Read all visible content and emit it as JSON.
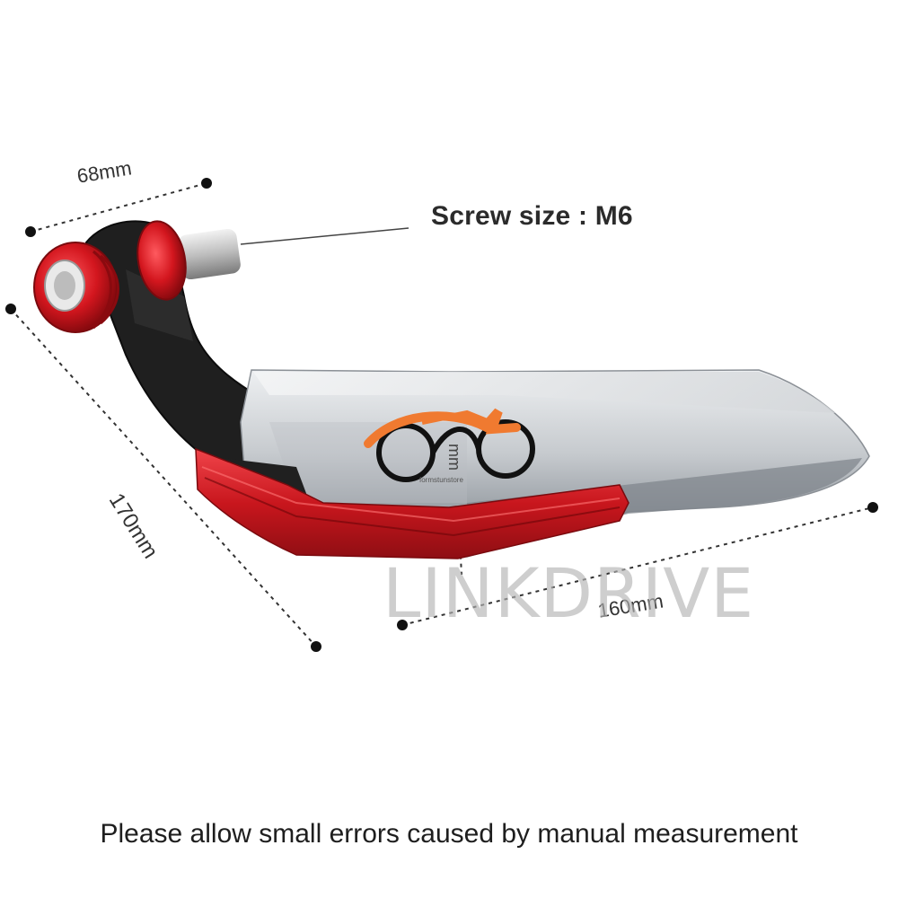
{
  "labels": {
    "screw_size": "Screw size : M6",
    "width_dim": "68mm",
    "length_dim": "170mm",
    "span_dim": "160mm",
    "vertical_dim": "mm"
  },
  "watermark": "LINKDRIVE",
  "logo": {
    "caption": "formstunstore",
    "icon": "motorcycle-logo-icon"
  },
  "footer": {
    "note": "Please allow small errors caused by manual measurement"
  },
  "colors": {
    "accent_red": "#d8232a",
    "silver": "#c9cdd2",
    "black_frame": "#1c1c1c",
    "logo_orange": "#f07a30"
  }
}
